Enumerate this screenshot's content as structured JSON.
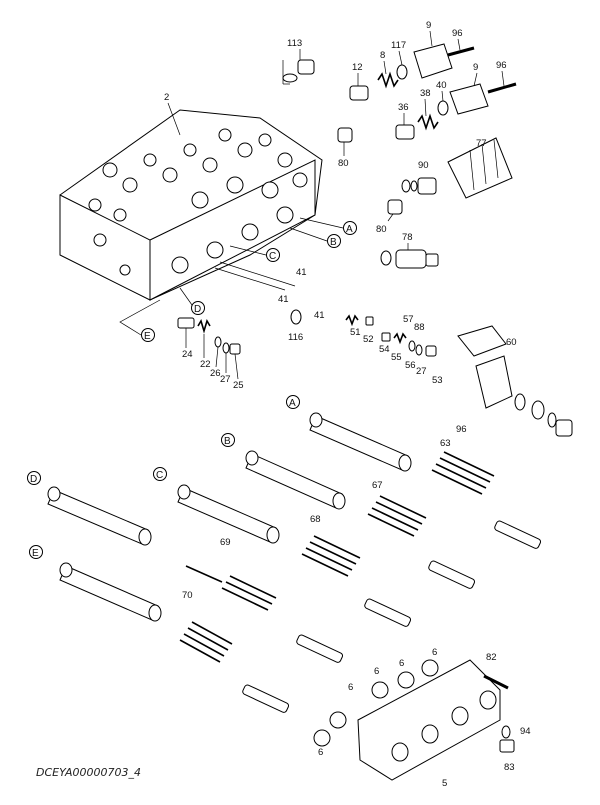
{
  "caption": "DCEYA00000703_4",
  "assembly": {
    "ref_letters": [
      "A",
      "B",
      "C",
      "D",
      "E"
    ],
    "part_numbers": [
      "2",
      "5",
      "6",
      "8",
      "9",
      "12",
      "22",
      "24",
      "25",
      "26",
      "27",
      "36",
      "38",
      "40",
      "41",
      "51",
      "52",
      "53",
      "54",
      "55",
      "56",
      "57",
      "60",
      "63",
      "67",
      "68",
      "69",
      "70",
      "77",
      "78",
      "80",
      "82",
      "83",
      "88",
      "90",
      "94",
      "96",
      "113",
      "116",
      "117"
    ]
  }
}
